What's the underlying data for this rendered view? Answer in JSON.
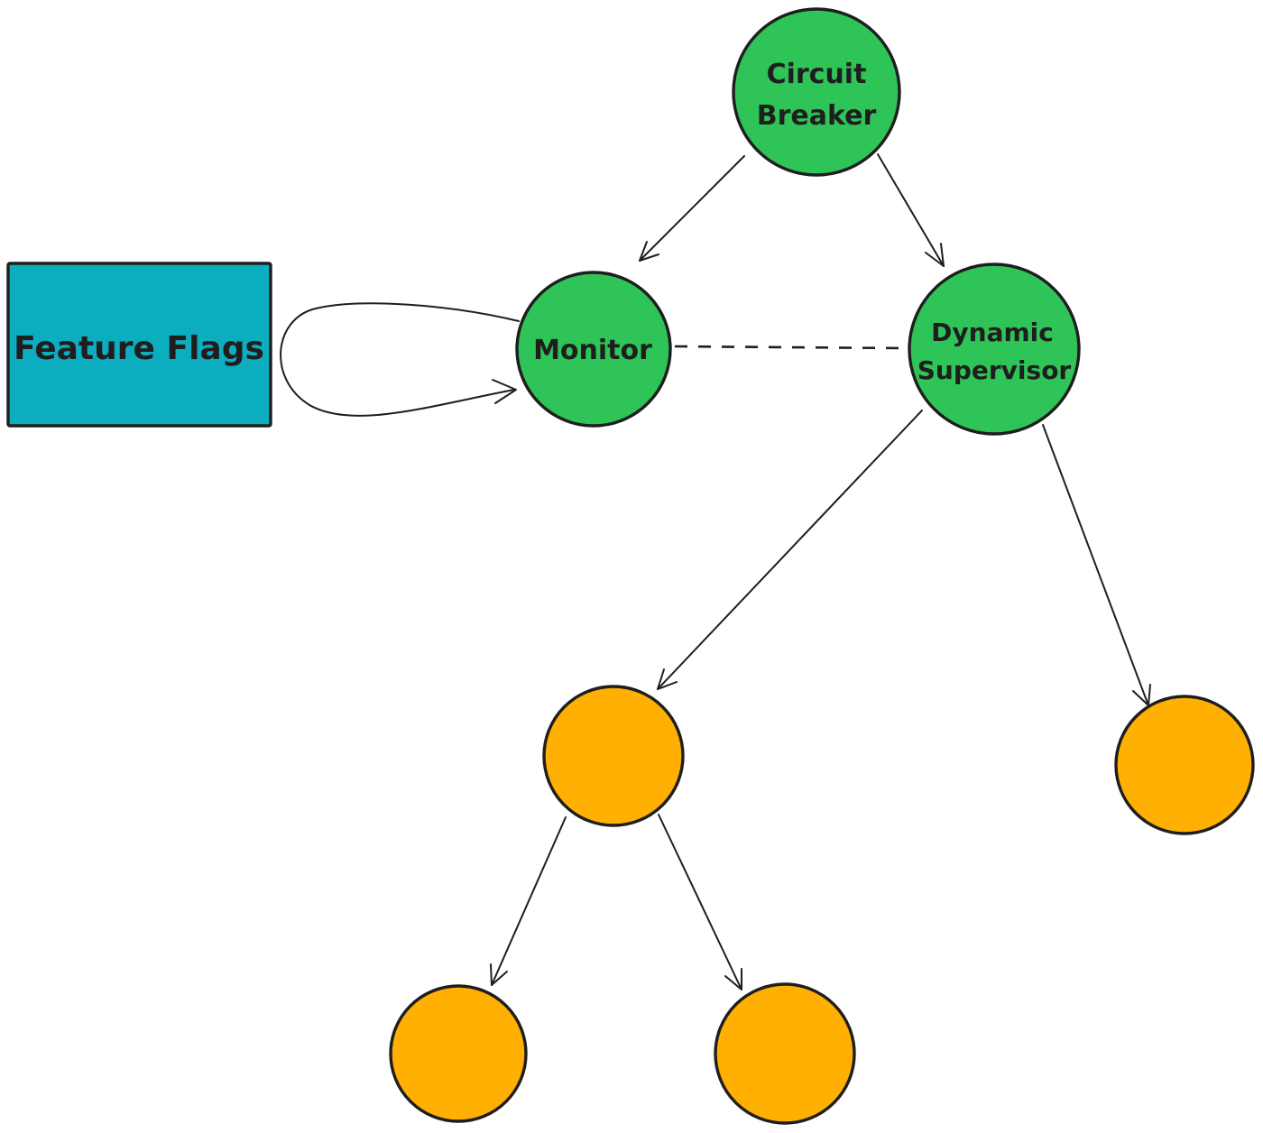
{
  "diagram": {
    "title": "supervision-tree-diagram",
    "colors": {
      "green": "#2ec457",
      "teal": "#0dadc0",
      "orange": "#ffb002",
      "line": "#1e1e1e",
      "background": "#ffffff"
    },
    "nodes": {
      "circuit_breaker": {
        "line1": "Circuit",
        "line2": "Breaker",
        "shape": "circle",
        "color": "green"
      },
      "monitor": {
        "label": "Monitor",
        "shape": "circle",
        "color": "green"
      },
      "dynamic_supervisor": {
        "line1": "Dynamic",
        "line2": "Supervisor",
        "shape": "circle",
        "color": "green"
      },
      "feature_flags": {
        "label": "Feature Flags",
        "shape": "rectangle",
        "color": "teal"
      },
      "worker_count": 4,
      "workers": [
        {
          "id": "worker-1",
          "label": "",
          "shape": "circle",
          "color": "orange"
        },
        {
          "id": "worker-2",
          "label": "",
          "shape": "circle",
          "color": "orange"
        },
        {
          "id": "worker-3",
          "label": "",
          "shape": "circle",
          "color": "orange"
        },
        {
          "id": "worker-4",
          "label": "",
          "shape": "circle",
          "color": "orange"
        }
      ]
    },
    "edges": [
      {
        "from": "circuit_breaker",
        "to": "monitor",
        "style": "solid",
        "arrow": true
      },
      {
        "from": "circuit_breaker",
        "to": "dynamic_supervisor",
        "style": "solid",
        "arrow": true
      },
      {
        "from": "monitor",
        "to": "monitor",
        "style": "self-loop",
        "arrow": true
      },
      {
        "from": "monitor",
        "to": "dynamic_supervisor",
        "style": "dashed",
        "arrow": false
      },
      {
        "from": "dynamic_supervisor",
        "to": "worker-1",
        "style": "solid",
        "arrow": true
      },
      {
        "from": "dynamic_supervisor",
        "to": "worker-2",
        "style": "solid",
        "arrow": true
      },
      {
        "from": "worker-1",
        "to": "worker-3",
        "style": "solid",
        "arrow": true
      },
      {
        "from": "worker-1",
        "to": "worker-4",
        "style": "solid",
        "arrow": true
      }
    ]
  }
}
